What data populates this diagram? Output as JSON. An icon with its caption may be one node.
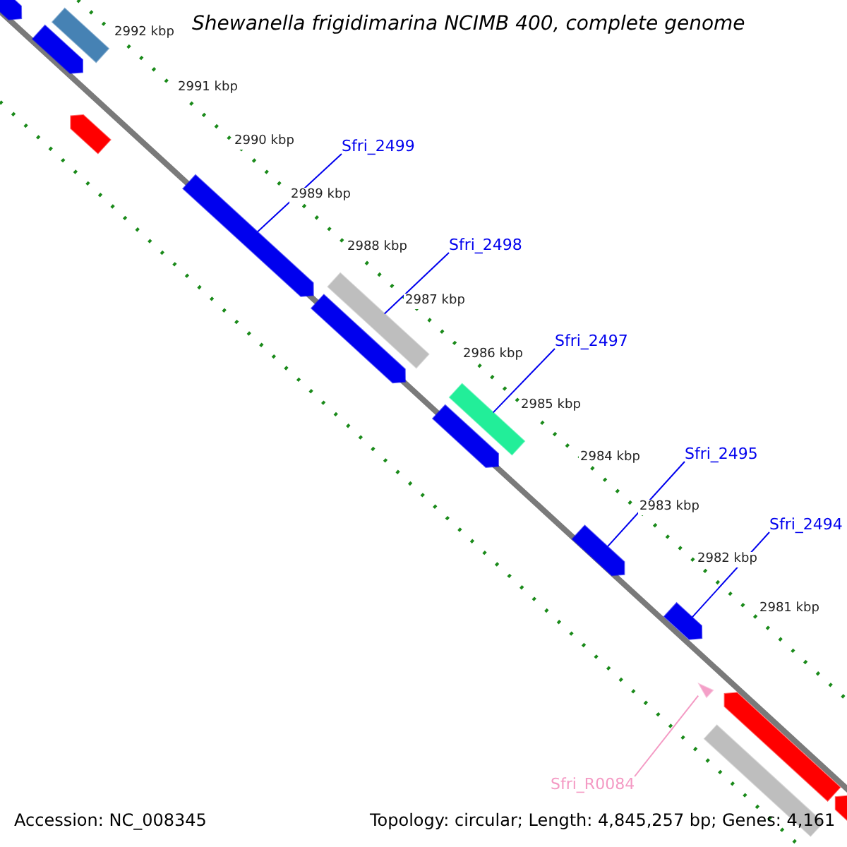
{
  "diagram": {
    "title": "Shewanella frigidimarina NCIMB 400, complete genome",
    "nodes": [
      {
        "text": [],
        "shape": "arrow"
      },
      {
        "text": [],
        "shape": "bar"
      },
      {
        "text": [],
        "shape": "arrow"
      },
      {
        "text": [],
        "shape": "arrow"
      },
      {
        "text": [
          "Sfri_2499"
        ]
      },
      {
        "text": [],
        "shape": "arrow"
      },
      {
        "text": [
          "Sfri_2498"
        ]
      },
      {
        "text": [],
        "shape": "bar"
      },
      {
        "text": [],
        "shape": "arrow"
      },
      {
        "text": [
          "Sfri_2497"
        ]
      },
      {
        "text": [],
        "shape": "bar"
      },
      {
        "text": [],
        "shape": "arrow"
      },
      {
        "text": [
          "Sfri_2495"
        ]
      },
      {
        "text": [],
        "shape": "arrow"
      },
      {
        "text": [
          "Sfri_2494"
        ]
      },
      {
        "text": [],
        "shape": "arrow"
      },
      {
        "text": [],
        "shape": "triangle"
      },
      {
        "text": [],
        "shape": "arrow"
      },
      {
        "text": [],
        "shape": "bar"
      },
      {
        "text": [],
        "shape": "arrow"
      },
      {
        "text": [
          "Sfri_R0084"
        ]
      }
    ],
    "edges": [
      {
        "from": 4,
        "to": 5,
        "arrow": "none"
      },
      {
        "from": 6,
        "to": 7,
        "arrow": "none"
      },
      {
        "from": 9,
        "to": 10,
        "arrow": "none"
      },
      {
        "from": 12,
        "to": 13,
        "arrow": "none"
      },
      {
        "from": 14,
        "to": 15,
        "arrow": "none"
      },
      {
        "from": 20,
        "to": 16,
        "arrow": "none",
        "color": "#f49ac4"
      }
    ],
    "labels": [
      "2992 kbp",
      "2991 kbp",
      "2990 kbp",
      "2989 kbp",
      "2988 kbp",
      "2987 kbp",
      "2986 kbp",
      "2985 kbp",
      "2984 kbp",
      "2983 kbp",
      "2982 kbp",
      "2981 kbp",
      "Accession: NC_008345",
      "Topology: circular; Length: 4,845,257 bp; Genes: 4,161"
    ]
  }
}
